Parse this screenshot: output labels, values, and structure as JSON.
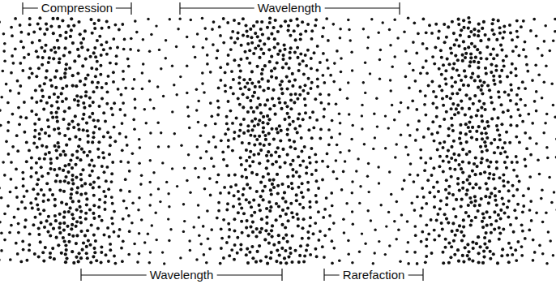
{
  "diagram": {
    "labels": [
      "Compression",
      "Wavelength",
      "Wavelength",
      "Rarefaction"
    ]
  }
}
